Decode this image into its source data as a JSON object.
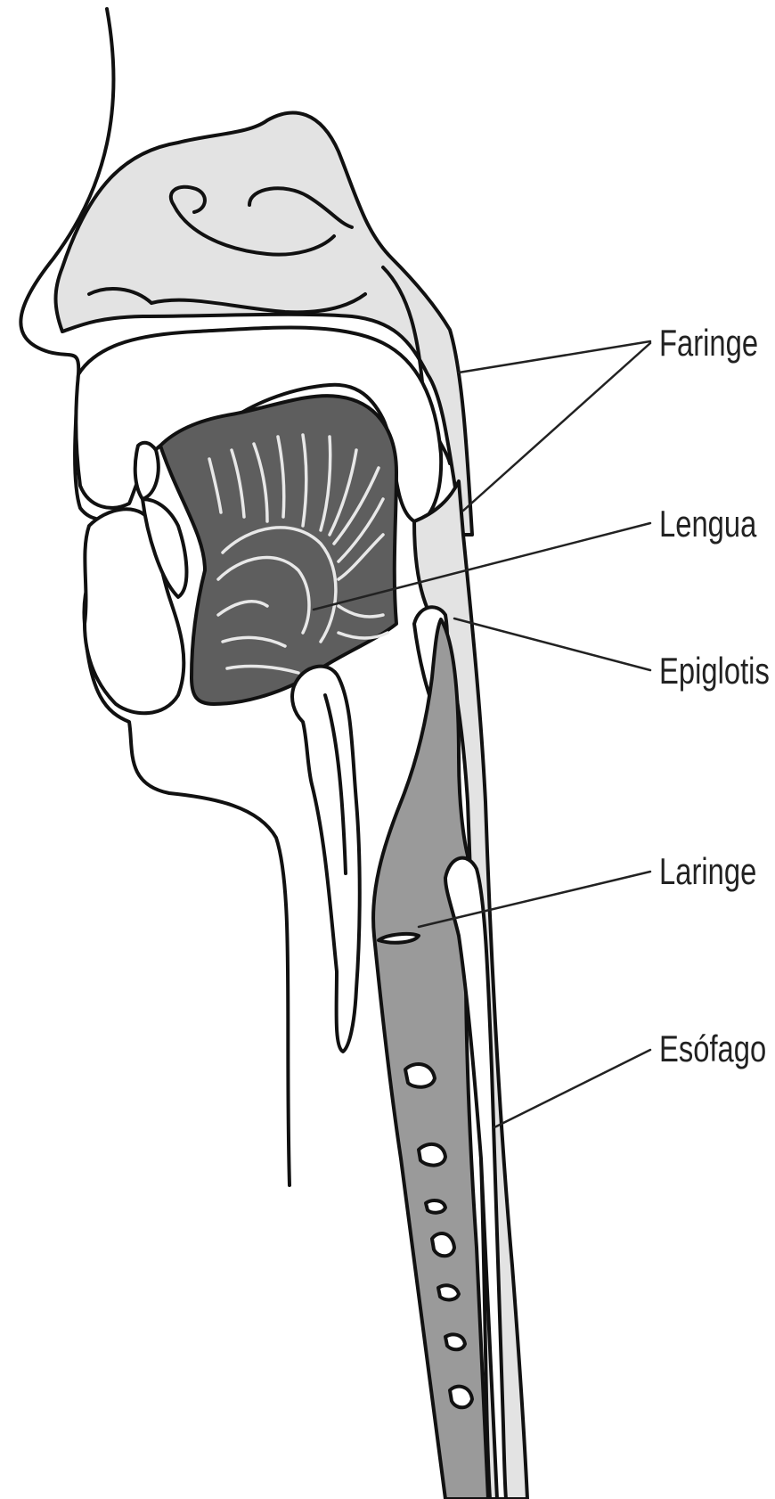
{
  "labels": {
    "faringe": "Faringe",
    "lengua": "Lengua",
    "epiglotis": "Epiglotis",
    "laringe": "Laringe",
    "esofago": "Esófago"
  },
  "colors": {
    "outline": "#111111",
    "light_tissue": "#e3e3e3",
    "tongue": "#5e5e5e",
    "trachea": "#9a9a9a",
    "background": "#ffffff"
  }
}
